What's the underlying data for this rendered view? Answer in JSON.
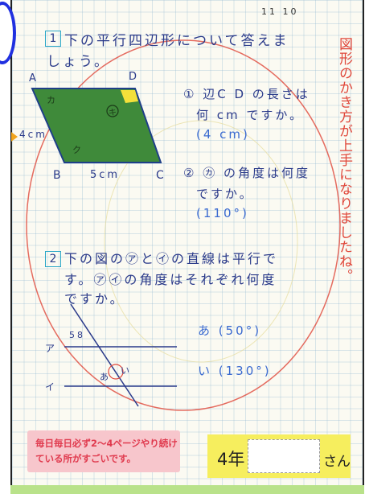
{
  "header": {
    "date": "11 10"
  },
  "problem1": {
    "number": "1",
    "prompt_line1": "下の平行四辺形について答えま",
    "prompt_line2": "しょう。",
    "vertices": {
      "a": "A",
      "b": "B",
      "c": "C",
      "d": "D"
    },
    "angle_marks": {
      "ka": "カ",
      "ki": "キ",
      "ku": "ク"
    },
    "side_labels": {
      "left": "4cm",
      "bottom": "5cm"
    },
    "q1_line1": "① 辺C D の長さは",
    "q1_line2": "何 cm ですか。",
    "q1_answer": "(4 cm)",
    "q2_line1": "② ㋕ の角度は何度",
    "q2_line2": "ですか。",
    "q2_answer": "(110°)"
  },
  "problem2": {
    "number": "2",
    "prompt_line1": "下の図の㋐と㋑の直線は平行で",
    "prompt_line2": "す。㋐㋑の角度はそれぞれ何度",
    "prompt_line3": "ですか。",
    "figure_labels": {
      "line_a": "ア",
      "line_i": "イ",
      "angle_58": "58",
      "angle_a": "あ",
      "angle_i": "い"
    },
    "answer_a": "あ (50°)",
    "answer_i": "い (130°)"
  },
  "teacher_comment": "図形のかき方が上手になりましたね。",
  "stamp_note": "毎日毎日必ず2〜4ページやり続けている所がすごいです。",
  "name_tag": {
    "grade": "4年",
    "suffix": "さん"
  },
  "colors": {
    "red_pen": "#e0473a",
    "pencil_blue": "#2a3a8a",
    "parallelogram_fill": "#3f8a3a",
    "pink_box": "#f7c6cc",
    "yellow_box": "#f6ee5e",
    "grid": "#96b9d2"
  }
}
